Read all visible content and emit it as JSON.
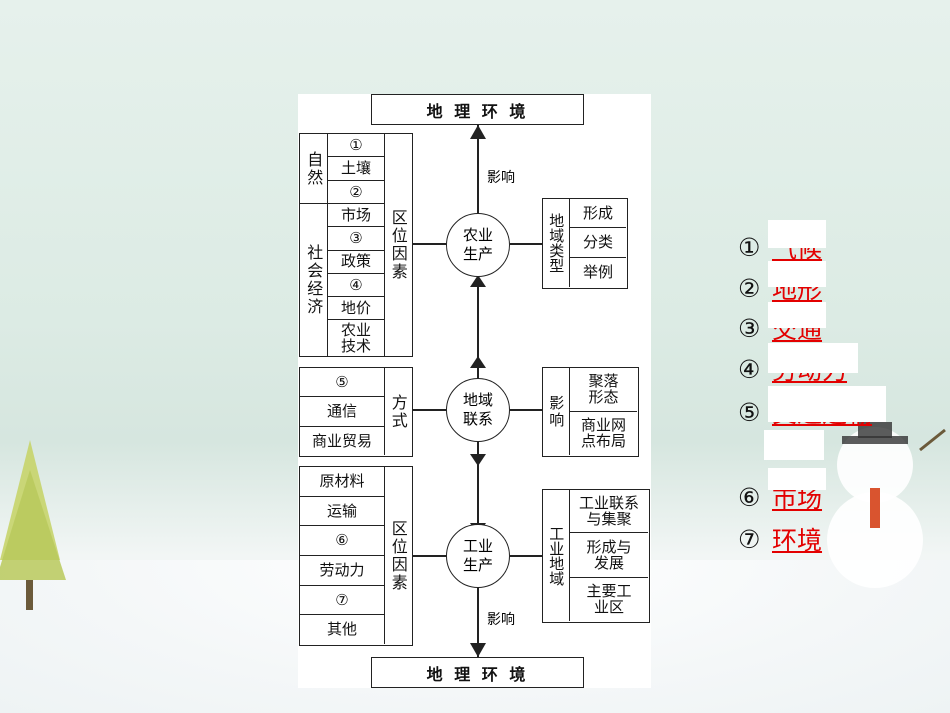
{
  "diagram": {
    "env_top": "地 理 环 境",
    "env_bottom": "地 理 环 境",
    "influence_top": "影响",
    "influence_bottom": "影响",
    "agri": {
      "center": "农业生产",
      "natural_label": "自然",
      "natural_items": [
        "①",
        "土壤",
        "②"
      ],
      "social_label": "社会经济",
      "social_items": [
        "市场",
        "③",
        "政策",
        "④",
        "地价",
        "农业技术"
      ],
      "factor_label": "区位因素",
      "type_label": "地域类型",
      "type_items": [
        "形成",
        "分类",
        "举例"
      ]
    },
    "link": {
      "center": "地域联系",
      "ways": [
        "⑤",
        "通信",
        "商业贸易"
      ],
      "ways_label": "方式",
      "effect_label": "影响",
      "effects": [
        "聚落形态",
        "商业网点布局"
      ]
    },
    "industry": {
      "center": "工业生产",
      "factors": [
        "原材料",
        "运输",
        "⑥",
        "劳动力",
        "⑦",
        "其他"
      ],
      "factor_label": "区位因素",
      "region_label": "工业地域",
      "region_items": [
        "工业联系与集聚",
        "形成与发展",
        "主要工业区"
      ]
    }
  },
  "answers": [
    {
      "num": "①",
      "text": "气候"
    },
    {
      "num": "②",
      "text": "地形"
    },
    {
      "num": "③",
      "text": "交通"
    },
    {
      "num": "④",
      "text": "劳动力"
    },
    {
      "num": "⑤",
      "text": "交通运输"
    },
    {
      "num": "⑥",
      "text": "市场"
    },
    {
      "num": "⑦",
      "text": "环境"
    }
  ]
}
